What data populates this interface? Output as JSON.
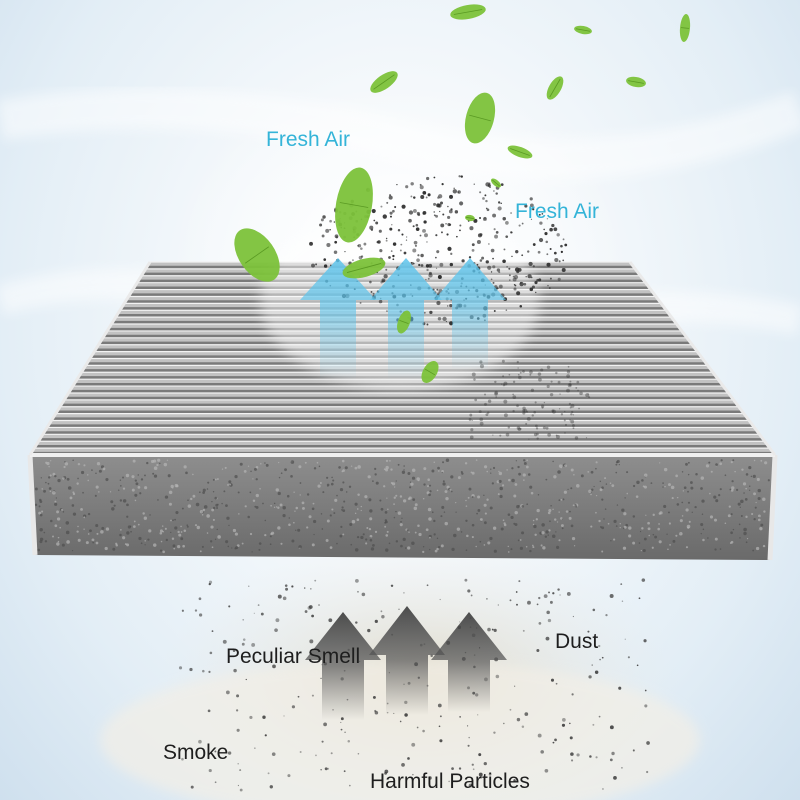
{
  "labels": {
    "fresh_air_left": "Fresh Air",
    "fresh_air_right": "Fresh Air",
    "peculiar_smell": "Peculiar Smell",
    "dust": "Dust",
    "smoke": "Smoke",
    "harmful_particles": "Harmful Particles"
  },
  "colors": {
    "fresh_label": "#34b4d8",
    "fresh_arrow": "#5cc4ec",
    "dirty_arrow": "#555555",
    "leaf": "#7cc23a",
    "filter_media": "#9a9a9a"
  },
  "icons": [
    "leaf-icon",
    "up-arrow-icon"
  ]
}
